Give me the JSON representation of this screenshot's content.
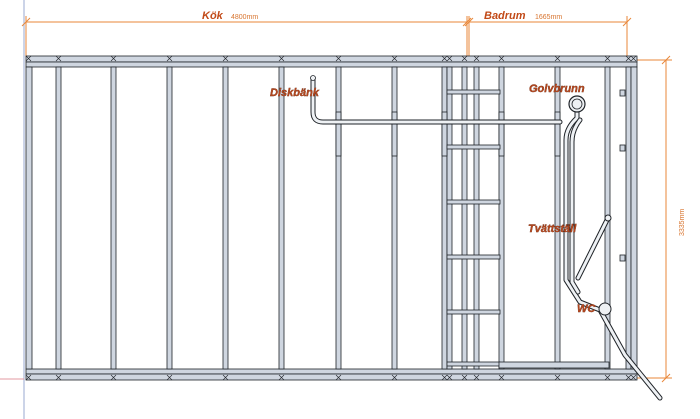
{
  "dimensions": {
    "kitchen": {
      "name": "Kök",
      "value": "4800mm"
    },
    "bathroom": {
      "name": "Badrum",
      "value": "1665mm"
    },
    "height": {
      "value": "3335mm"
    }
  },
  "labels": {
    "sink": "Diskbänk",
    "floor_drain": "Golvbrunn",
    "washbasin": "Tvättställ",
    "toilet": "WC"
  },
  "colors": {
    "dimension_line": "#e8873a",
    "label_text": "#b2461e",
    "stud_fill": "#cfd6e0",
    "outline": "#1f2328"
  }
}
